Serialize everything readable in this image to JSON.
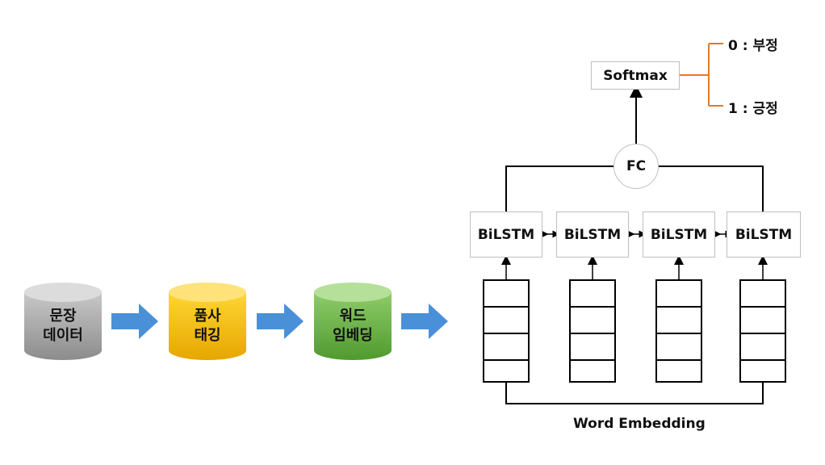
{
  "pipeline": {
    "step1": {
      "line1": "문장",
      "line2": "데이터",
      "color_top": "#d0d0d0",
      "color_bottom": "#8c8c8c"
    },
    "step2": {
      "line1": "품사",
      "line2": "태깅",
      "color_top": "#ffdb4d",
      "color_bottom": "#e6a600"
    },
    "step3": {
      "line1": "워드",
      "line2": "임베딩",
      "color_top": "#a8d88a",
      "color_bottom": "#4f9a2e"
    },
    "arrow_color": "#4a90d9"
  },
  "model": {
    "softmax_label": "Softmax",
    "fc_label": "FC",
    "bilstm_labels": [
      "BiLSTM",
      "BiLSTM",
      "BiLSTM",
      "BiLSTM"
    ],
    "embedding_label": "Word Embedding",
    "outputs": [
      {
        "label": "0 : 부정"
      },
      {
        "label": "1 : 긍정"
      }
    ],
    "output_bracket_color": "#e07b28"
  }
}
